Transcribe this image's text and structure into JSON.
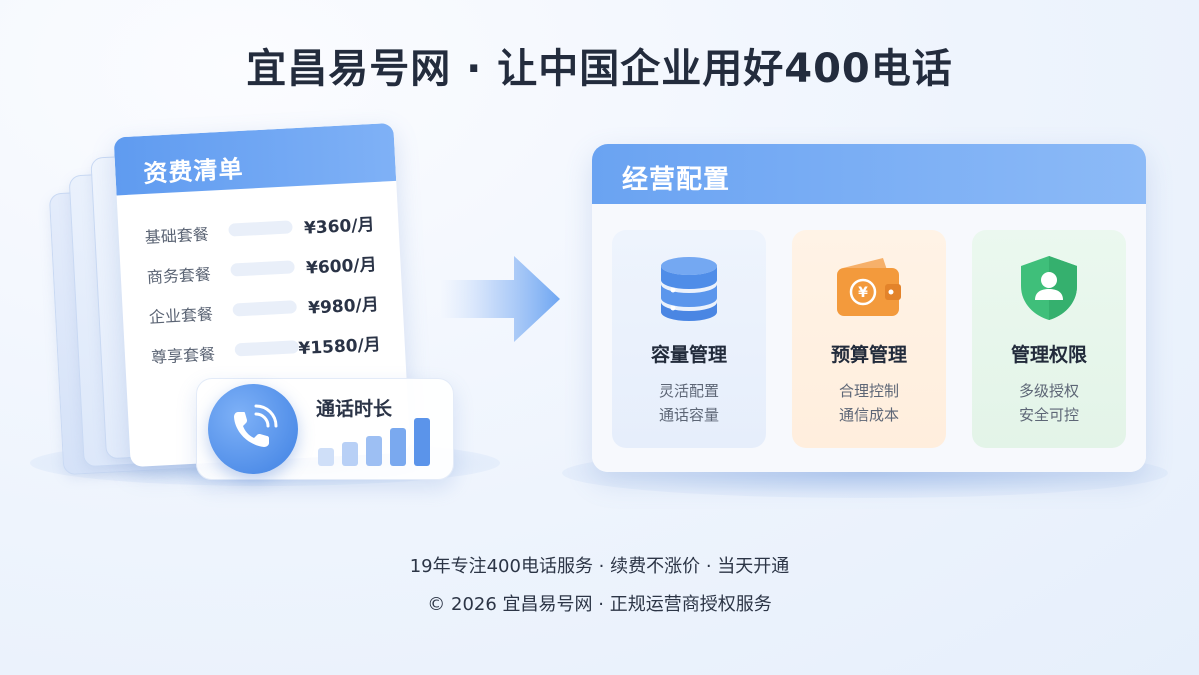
{
  "title": "宜昌易号网 · 让中国企业用好400电话",
  "price_list": {
    "header": "资费清单",
    "items": [
      {
        "name": "基础套餐",
        "price": "¥360/月"
      },
      {
        "name": "商务套餐",
        "price": "¥600/月"
      },
      {
        "name": "企业套餐",
        "price": "¥980/月"
      },
      {
        "name": "尊享套餐",
        "price": "¥1580/月"
      }
    ]
  },
  "call_card": {
    "label": "通话时长",
    "icon": "phone-icon"
  },
  "ops_panel": {
    "header": "经营配置",
    "features": [
      {
        "name": "容量管理",
        "desc": [
          "灵活配置",
          "通话容量"
        ],
        "icon": "database-icon",
        "accent": "#4f8de8"
      },
      {
        "name": "预算管理",
        "desc": [
          "合理控制",
          "通信成本"
        ],
        "icon": "wallet-icon",
        "accent": "#f39a3c"
      },
      {
        "name": "管理权限",
        "desc": [
          "多级授权",
          "安全可控"
        ],
        "icon": "shield-user-icon",
        "accent": "#3fbf7a"
      }
    ]
  },
  "footer": {
    "line1": "19年专注400电话服务 · 续费不涨价 · 当天开通",
    "line2": "© 2026 宜昌易号网 · 正规运营商授权服务"
  },
  "colors": {
    "primary_blue": "#5f9bf0",
    "title_text": "#232c3d"
  }
}
